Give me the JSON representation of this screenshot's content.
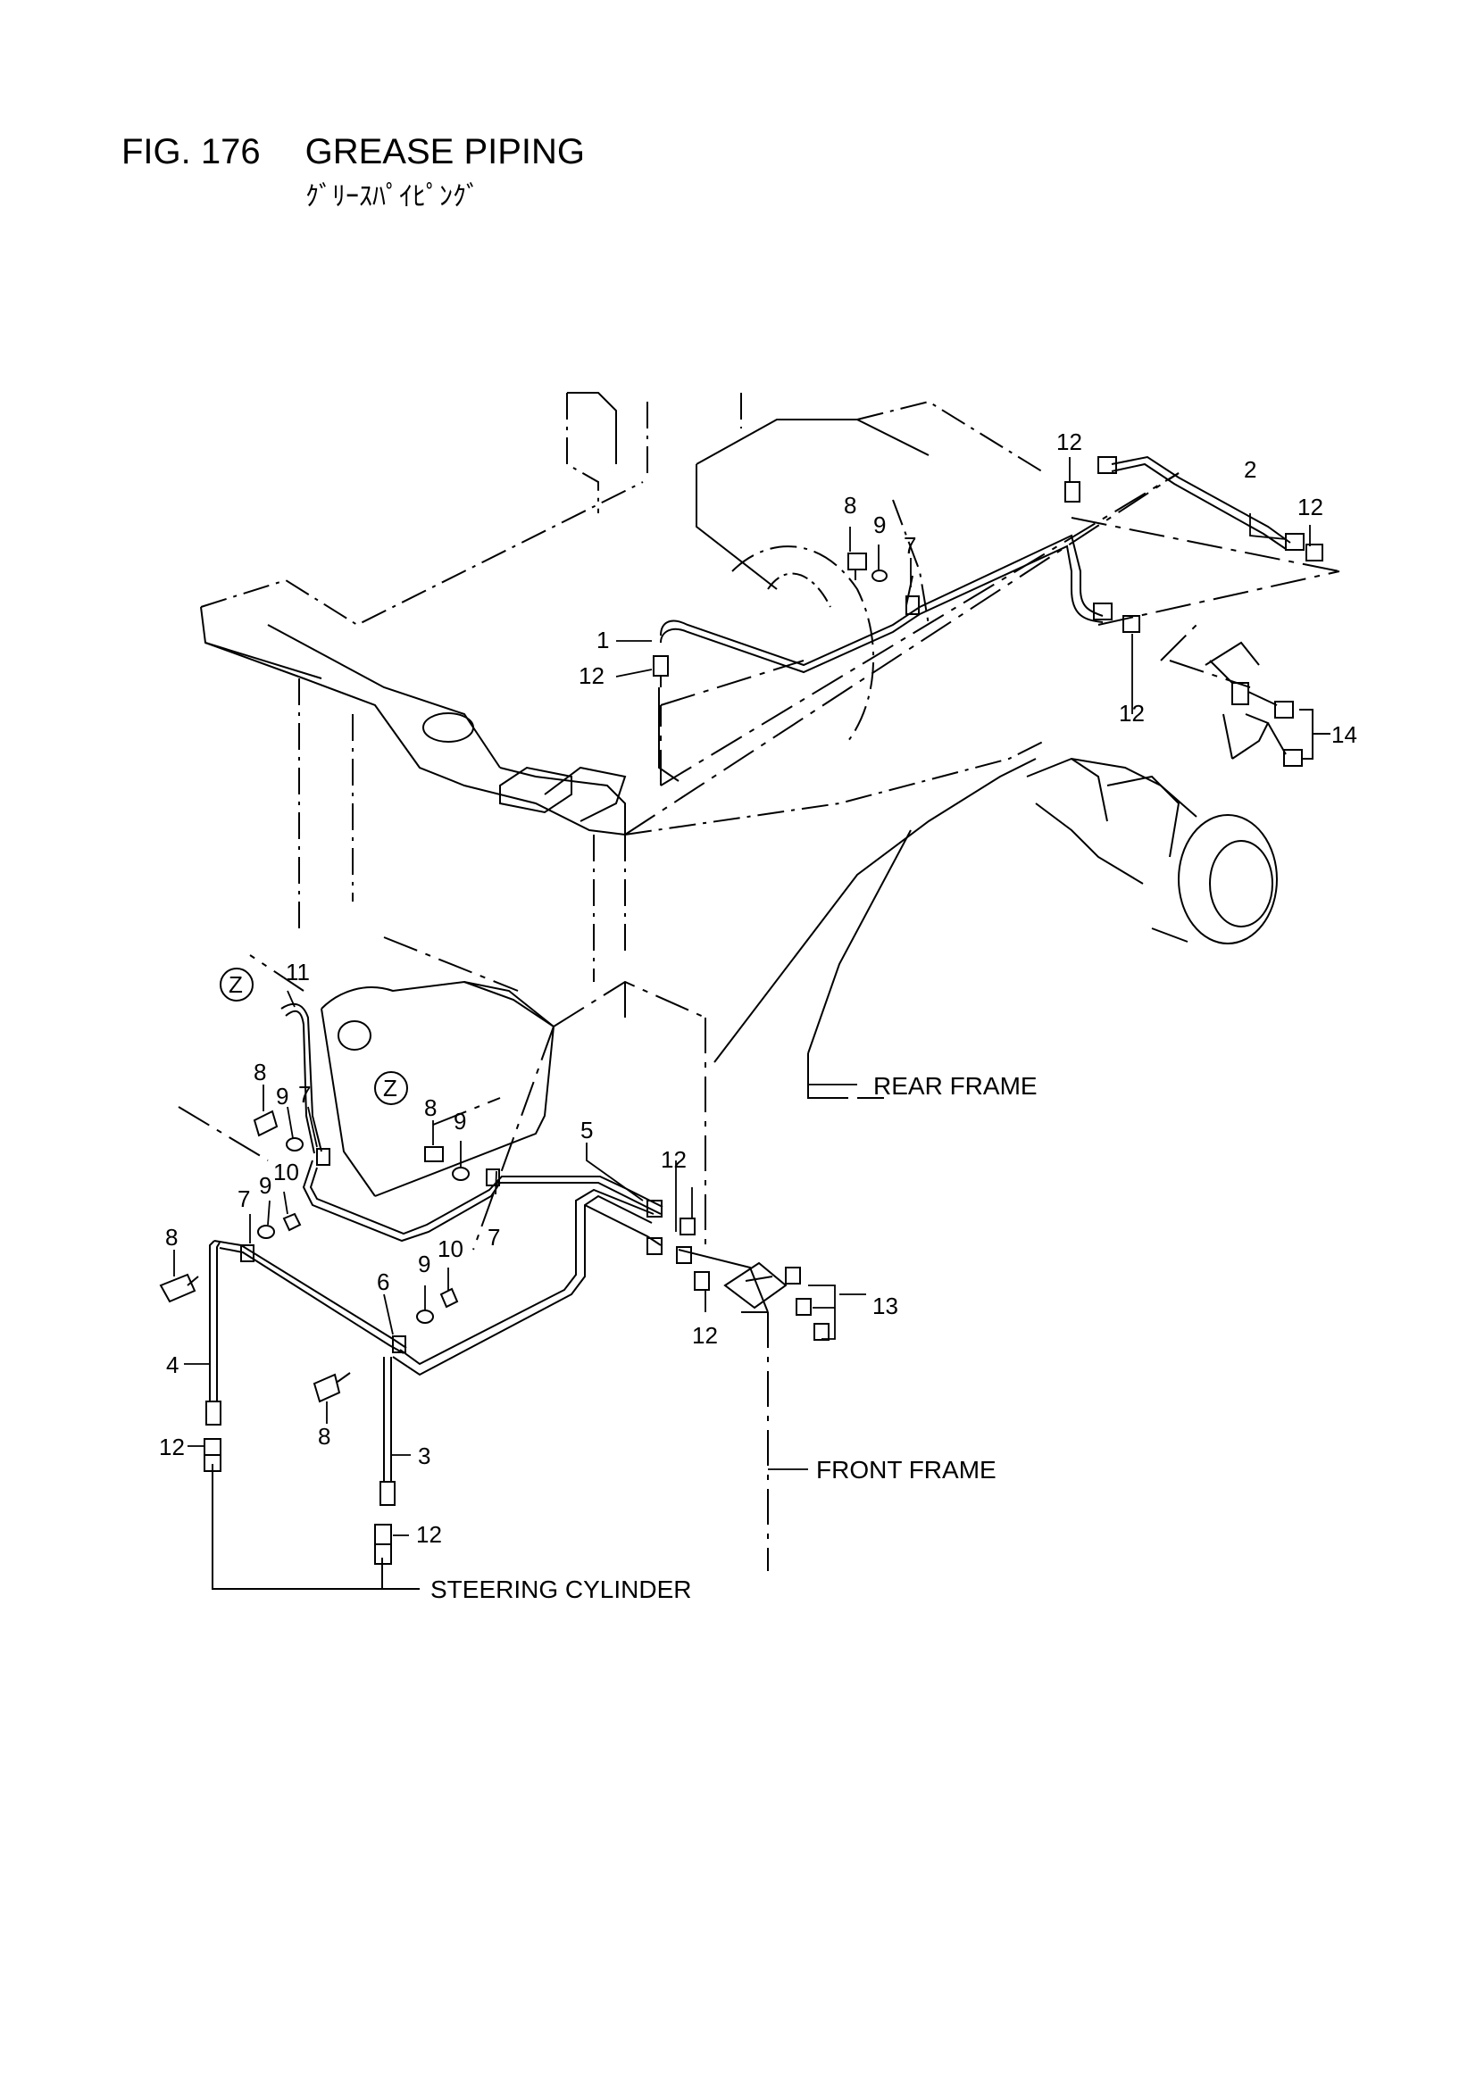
{
  "title": {
    "fig_number": "FIG. 176",
    "name": "GREASE PIPING",
    "japanese": "ｸﾞﾘｰｽﾊﾟｲﾋﾟﾝｸﾞ"
  },
  "callouts": {
    "c1": "1",
    "c2": "2",
    "c3": "3",
    "c4": "4",
    "c5": "5",
    "c6": "6",
    "c7a": "7",
    "c7b": "7",
    "c7c": "7",
    "c7d": "7",
    "c8a": "8",
    "c8b": "8",
    "c8c": "8",
    "c8d": "8",
    "c8e": "8",
    "c9a": "9",
    "c9b": "9",
    "c9c": "9",
    "c9d": "9",
    "c9e": "9",
    "c10a": "10",
    "c10b": "10",
    "c11": "11",
    "c12a": "12",
    "c12b": "12",
    "c12c": "12",
    "c12d": "12",
    "c12e": "12",
    "c12f": "12",
    "c12g": "12",
    "c12h": "12",
    "c13": "13",
    "c14": "14"
  },
  "reference_marks": {
    "z1": "Z",
    "z2": "Z"
  },
  "area_labels": {
    "rear_frame": "REAR FRAME",
    "front_frame": "FRONT FRAME",
    "steering_cylinder": "STEERING CYLINDER"
  }
}
